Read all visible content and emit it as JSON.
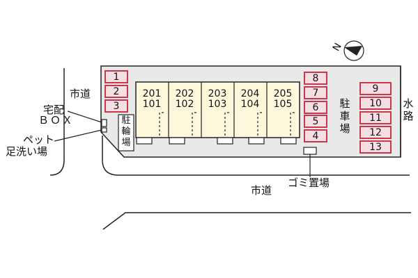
{
  "labels": {
    "road_west": "市道",
    "road_south": "市道",
    "waterway": "水路",
    "delivery_box_line1": "宅配",
    "delivery_box_line2": "ＢＯＸ",
    "pet_wash_line1": "ペット",
    "pet_wash_line2": "足洗い場",
    "bicycle_parking": "駐輪場",
    "car_parking": "駐車場",
    "garbage": "ゴミ置場"
  },
  "units": [
    {
      "upper": "201",
      "lower": "101"
    },
    {
      "upper": "202",
      "lower": "102"
    },
    {
      "upper": "203",
      "lower": "103"
    },
    {
      "upper": "204",
      "lower": "104"
    },
    {
      "upper": "205",
      "lower": "105"
    }
  ],
  "spots_left": [
    "1",
    "2",
    "3"
  ],
  "spots_middle": [
    "8",
    "7",
    "6",
    "5",
    "4"
  ],
  "spots_right": [
    "9",
    "10",
    "11",
    "12",
    "13"
  ],
  "compass": "N",
  "colors": {
    "building": "#fdf7dc",
    "parking_fill": "#f6dfe2",
    "parking_border": "#c8384a",
    "ground": "#e9e9e9"
  }
}
